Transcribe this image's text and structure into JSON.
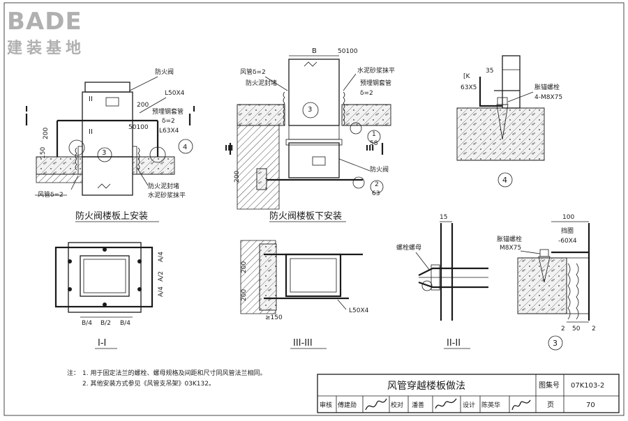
{
  "logo": {
    "brand": "BADE",
    "sub": "建装基地"
  },
  "section_marks": {
    "I": "I",
    "II": "II",
    "III": "III"
  },
  "detail_numbers": {
    "n3": "3",
    "n4": "4",
    "n1": "1",
    "n2": "2",
    "ref58": "58",
    "ref63": "63"
  },
  "view_a": {
    "title": "防火阀楼板上安装",
    "labels": {
      "fire_damper": "防火阀",
      "angle": "L50X4",
      "dim_200": "200",
      "embedded_sleeve": "预埋钢套管",
      "delta2": "δ=2",
      "dim_50100": "50100",
      "angle2": "L63X4",
      "dim_200b": "200",
      "dim_150": "150",
      "fire_mud": "防火泥封堵",
      "cement": "水泥砂浆抹平",
      "duct": "风管δ=2"
    }
  },
  "view_b": {
    "title": "防火阀楼板下安装",
    "labels": {
      "B": "B",
      "dim_50100": "50100",
      "duct": "风管δ=2",
      "cement": "水泥砂浆抹平",
      "fire_mud": "防火泥封堵",
      "embedded_sleeve": "预埋钢套管",
      "delta2": "δ=2",
      "fire_damper": "防火阀",
      "dim_200": "200"
    }
  },
  "view_c": {
    "labels": {
      "channel": "[K",
      "angle": "63X5",
      "dim_35": "35",
      "anchor": "胀锚螺栓",
      "anchor_spec": "4-M8X75"
    }
  },
  "section_I": {
    "title": "I-I",
    "dims": [
      "B/4",
      "B/2",
      "B/4"
    ],
    "vdims": [
      "A/4",
      "A/2",
      "A/4"
    ]
  },
  "section_III": {
    "title": "III-III",
    "dim_200a": "200",
    "dim_200b": "200",
    "dim_150": "≥150",
    "angle": "L50X4"
  },
  "section_II": {
    "title": "II-II",
    "dim_15": "15",
    "bolt": "螺栓螺母"
  },
  "detail_3": {
    "dim_100": "100",
    "retainer": "挡圈",
    "retainer_spec": "-60X4",
    "anchor": "胀锚螺栓",
    "anchor_spec": "M8X75",
    "dim_50": "50",
    "dim_2a": "2",
    "dim_2b": "2"
  },
  "notes": {
    "head": "注：",
    "line1": "1. 用于固定法兰的螺栓、螺母规格及间距和尺寸同风管法兰相同。",
    "line2": "2. 其他安装方式参见《风管支吊架》03K132。"
  },
  "title_block": {
    "title": "风管穿越楼板做法",
    "atlas_label": "图集号",
    "atlas_no": "07K103-2",
    "review": "审核",
    "reviewer": "傅建勋",
    "check": "校对",
    "checker": "潘善",
    "design": "设计",
    "designer": "陈英华",
    "page_label": "页",
    "page_no": "70"
  }
}
